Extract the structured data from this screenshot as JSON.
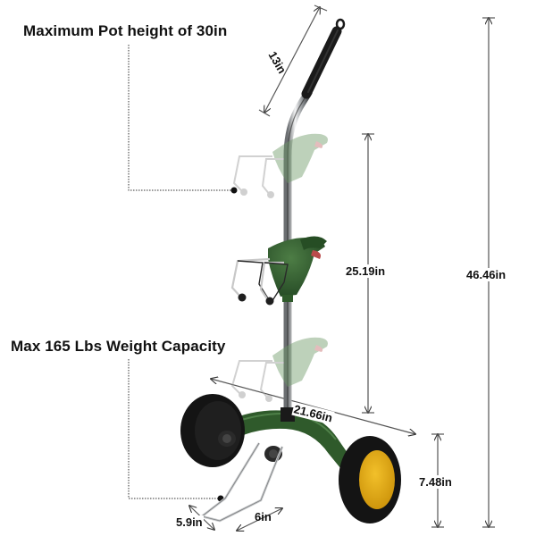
{
  "headlines": {
    "pot_height": "Maximum Pot height of 30in",
    "weight_capacity": "Max 165 Lbs Weight Capacity"
  },
  "dimensions": {
    "handle_length": "13in",
    "hook_span_height": "25.19in",
    "overall_height": "46.46in",
    "base_width": "21.66in",
    "wheel_diameter": "7.48in",
    "foot_depth": "5.9in",
    "foot_width": "6in"
  },
  "product": {
    "name": "Plant caddy hand truck",
    "colors": {
      "frame_green": "#2f5a2b",
      "tire_black": "#141414",
      "hub_yellow": "#e3a913",
      "pole_silver": "#b9bcbf",
      "handle_black": "#1a1a1a"
    }
  },
  "icons": {
    "callout_dot": "black-dot-icon",
    "arrow": "dimension-arrow-icon"
  }
}
